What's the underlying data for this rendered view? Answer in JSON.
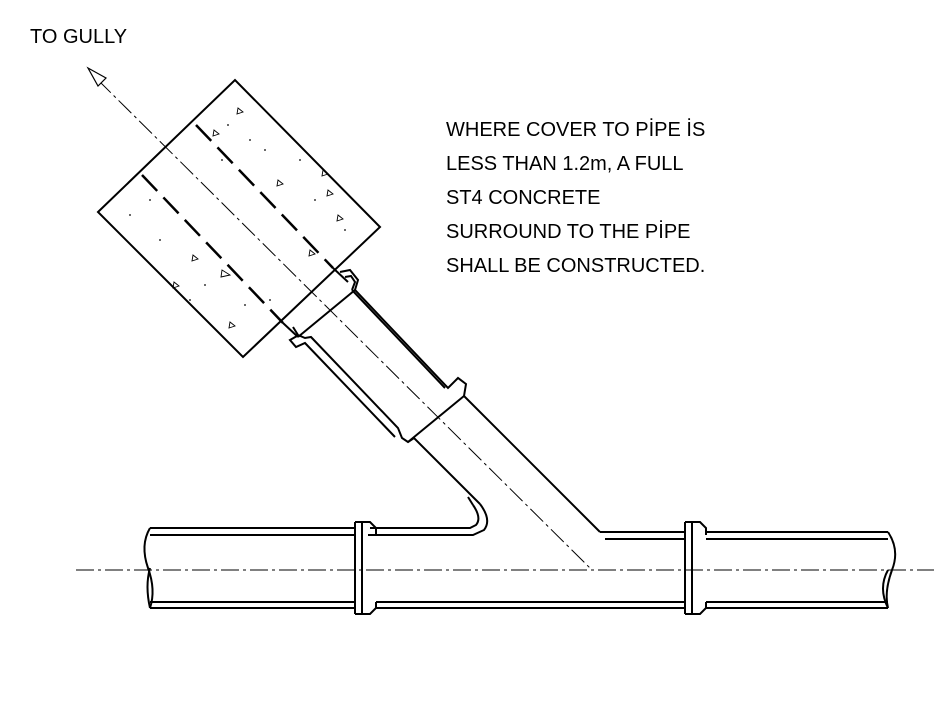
{
  "labels": {
    "flow_direction": "TO GULLY",
    "note_lines": [
      "WHERE COVER TO PİPE İS",
      "LESS THAN 1.2m, A FULL",
      "ST4 CONCRETE",
      "SURROUND TO THE PİPE",
      "SHALL BE CONSTRUCTED."
    ]
  },
  "colors": {
    "line": "#000000",
    "background": "#ffffff"
  }
}
